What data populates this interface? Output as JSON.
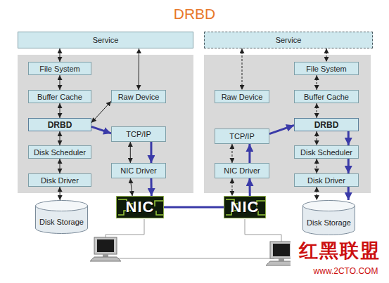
{
  "diagram": {
    "title": "DRBD",
    "nodes": [
      {
        "text": [
          "Service"
        ]
      },
      {
        "text": [
          "Service"
        ]
      },
      {
        "text": [
          "File System"
        ]
      },
      {
        "text": [
          "Buffer Cache"
        ]
      },
      {
        "text": [
          "Raw Device"
        ]
      },
      {
        "text": [
          "DRBD"
        ]
      },
      {
        "text": [
          "TCP/IP"
        ]
      },
      {
        "text": [
          "Disk Scheduler"
        ]
      },
      {
        "text": [
          "NIC Driver"
        ]
      },
      {
        "text": [
          "Disk Driver"
        ]
      },
      {
        "text": [
          "Raw Device"
        ]
      },
      {
        "text": [
          "File System"
        ]
      },
      {
        "text": [
          "Buffer Cache"
        ]
      },
      {
        "text": [
          "TCP/IP"
        ]
      },
      {
        "text": [
          "DRBD"
        ]
      },
      {
        "text": [
          "Disk Scheduler"
        ]
      },
      {
        "text": [
          "NIC Driver"
        ]
      },
      {
        "text": [
          "Disk Driver"
        ]
      },
      {
        "text": [
          "NIC"
        ]
      },
      {
        "text": [
          "Disk Storage"
        ]
      },
      {
        "text": [
          "NIC"
        ]
      },
      {
        "text": [
          "Disk Storage"
        ]
      }
    ],
    "edges": [
      {
        "from": 0,
        "to": 2,
        "arrow": "both"
      },
      {
        "from": 2,
        "to": 3,
        "arrow": "both"
      },
      {
        "from": 3,
        "to": 5,
        "arrow": "both"
      },
      {
        "from": 5,
        "to": 7,
        "arrow": "both"
      },
      {
        "from": 7,
        "to": 9,
        "arrow": "both"
      },
      {
        "from": 9,
        "to": 19,
        "arrow": "both"
      },
      {
        "from": 0,
        "to": 4,
        "arrow": "both"
      },
      {
        "from": 4,
        "to": 5,
        "arrow": "both"
      },
      {
        "from": 5,
        "to": 6,
        "arrow": "to"
      },
      {
        "from": 6,
        "to": 8,
        "arrow": "both"
      },
      {
        "from": 6,
        "to": 8,
        "arrow": "to"
      },
      {
        "from": 8,
        "to": 18,
        "arrow": "both"
      },
      {
        "from": 8,
        "to": 18,
        "arrow": "to"
      },
      {
        "from": 18,
        "to": 20,
        "arrow": "none"
      },
      {
        "from": 1,
        "to": 11,
        "arrow": "both"
      },
      {
        "from": 1,
        "to": 10,
        "arrow": "both"
      },
      {
        "from": 11,
        "to": 12,
        "arrow": "both"
      },
      {
        "from": 12,
        "to": 14,
        "arrow": "both"
      },
      {
        "from": 14,
        "to": 15,
        "arrow": "both"
      },
      {
        "from": 15,
        "to": 17,
        "arrow": "both"
      },
      {
        "from": 17,
        "to": 21,
        "arrow": "both"
      },
      {
        "from": 20,
        "to": 16,
        "arrow": "to"
      },
      {
        "from": 16,
        "to": 20,
        "arrow": "both"
      },
      {
        "from": 16,
        "to": 13,
        "arrow": "to"
      },
      {
        "from": 13,
        "to": 16,
        "arrow": "both"
      },
      {
        "from": 13,
        "to": 14,
        "arrow": "to"
      },
      {
        "from": 14,
        "to": 15,
        "arrow": "to"
      },
      {
        "from": 15,
        "to": 17,
        "arrow": "to"
      },
      {
        "from": 17,
        "to": 21,
        "arrow": "to"
      }
    ],
    "labels": [
      "红黑联盟",
      "www.2CTO.COM"
    ]
  }
}
